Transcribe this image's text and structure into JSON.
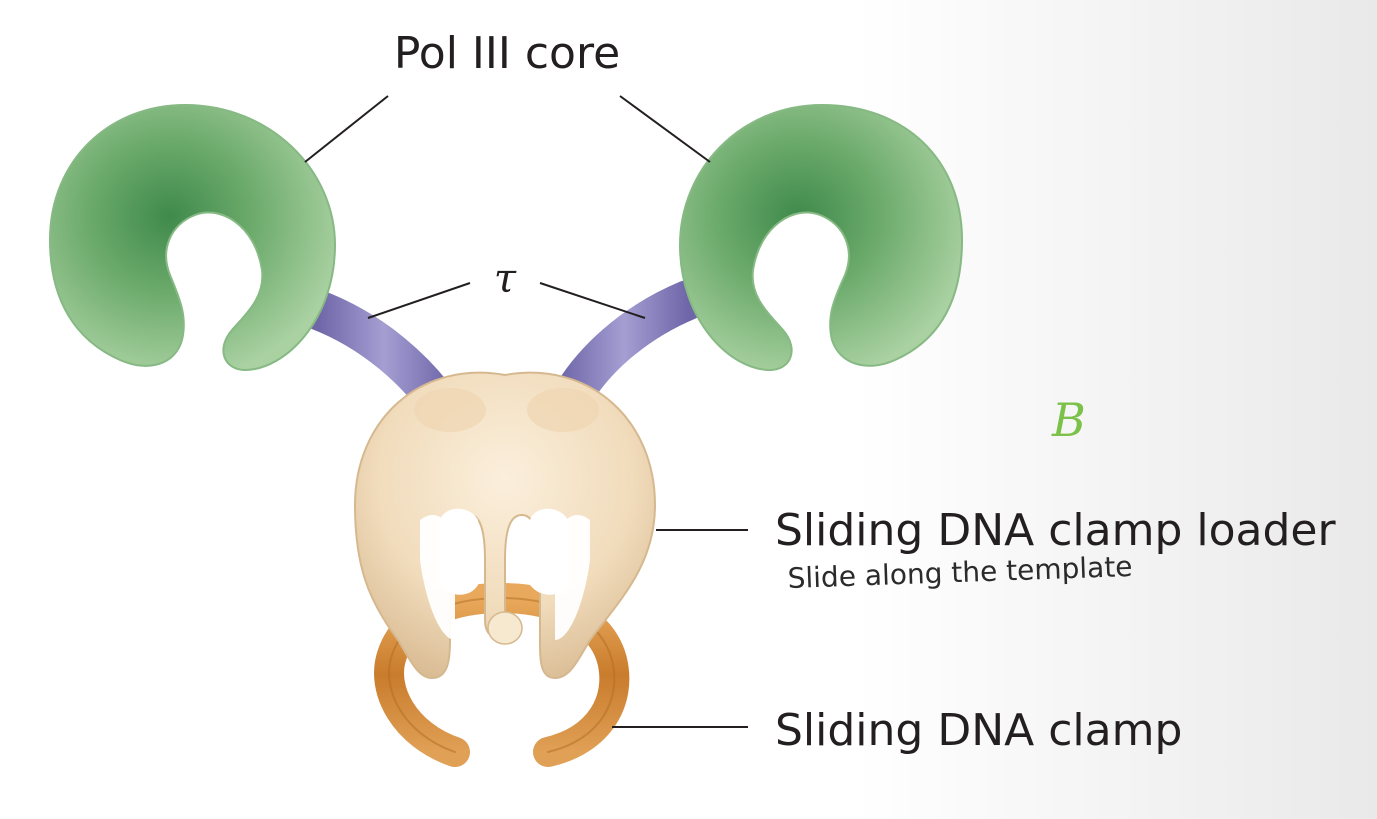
{
  "labels": {
    "pol_core": "Pol III core",
    "tau": "τ",
    "clamp_loader": "Sliding DNA clamp loader",
    "clamp": "Sliding DNA clamp"
  },
  "annotations": {
    "handwritten_note": "Slide along the template",
    "handwritten_letter": "B"
  },
  "colors": {
    "pol_core": "#8fbf8a",
    "tau": "#8a82be",
    "clamp_loader": "#f1dcbc",
    "clamp": "#d48a38",
    "leader_line": "#231f20",
    "handwriting_green": "#7cc24a"
  }
}
